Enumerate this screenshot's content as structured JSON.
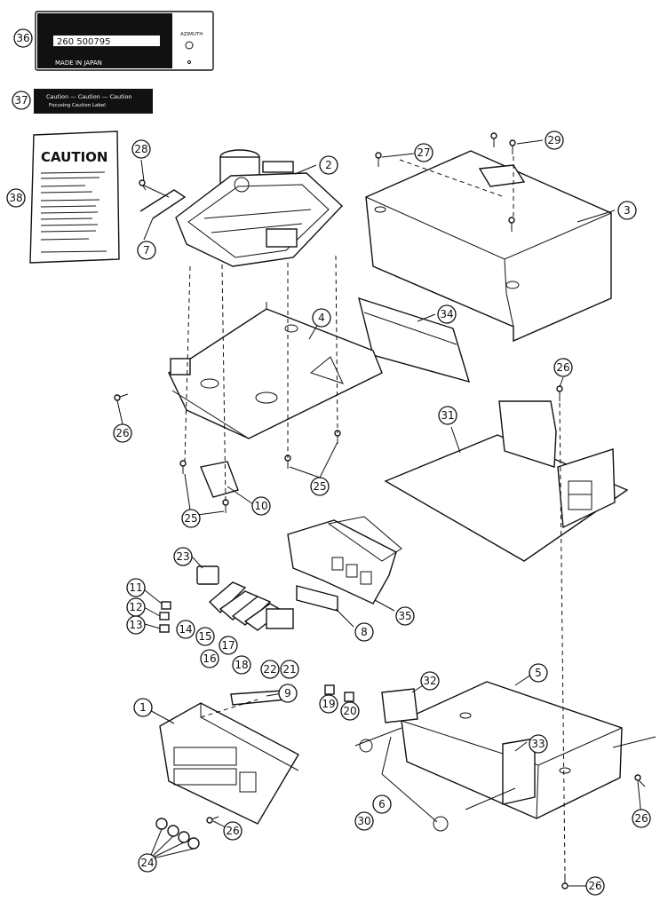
{
  "callouts": [
    {
      "id": "1",
      "label": "1"
    },
    {
      "id": "2",
      "label": "2"
    },
    {
      "id": "3",
      "label": "3"
    },
    {
      "id": "4",
      "label": "4"
    },
    {
      "id": "5",
      "label": "5"
    },
    {
      "id": "6",
      "label": "6"
    },
    {
      "id": "7",
      "label": "7"
    },
    {
      "id": "8",
      "label": "8"
    },
    {
      "id": "9",
      "label": "9"
    },
    {
      "id": "10",
      "label": "10"
    },
    {
      "id": "11",
      "label": "11"
    },
    {
      "id": "12",
      "label": "12"
    },
    {
      "id": "13",
      "label": "13"
    },
    {
      "id": "14",
      "label": "14"
    },
    {
      "id": "15",
      "label": "15"
    },
    {
      "id": "16",
      "label": "16"
    },
    {
      "id": "17",
      "label": "17"
    },
    {
      "id": "18",
      "label": "18"
    },
    {
      "id": "19",
      "label": "19"
    },
    {
      "id": "20",
      "label": "20"
    },
    {
      "id": "21",
      "label": "21"
    },
    {
      "id": "22",
      "label": "22"
    },
    {
      "id": "23",
      "label": "23"
    },
    {
      "id": "24",
      "label": "24"
    },
    {
      "id": "25a",
      "label": "25"
    },
    {
      "id": "25b",
      "label": "25"
    },
    {
      "id": "26a",
      "label": "26"
    },
    {
      "id": "26b",
      "label": "26"
    },
    {
      "id": "26c",
      "label": "26"
    },
    {
      "id": "26d",
      "label": "26"
    },
    {
      "id": "26e",
      "label": "26"
    },
    {
      "id": "27",
      "label": "27"
    },
    {
      "id": "28",
      "label": "28"
    },
    {
      "id": "29",
      "label": "29"
    },
    {
      "id": "30",
      "label": "30"
    },
    {
      "id": "31",
      "label": "31"
    },
    {
      "id": "32",
      "label": "32"
    },
    {
      "id": "33",
      "label": "33"
    },
    {
      "id": "34",
      "label": "34"
    },
    {
      "id": "35",
      "label": "35"
    },
    {
      "id": "36",
      "label": "36"
    },
    {
      "id": "37",
      "label": "37"
    },
    {
      "id": "38",
      "label": "38"
    }
  ],
  "serial_label": {
    "serial_number": "260 500795",
    "origin": "MADE IN JAPAN",
    "side_text": "AZIMUTH"
  },
  "caution_strip": {
    "line1": "Caution — Caution — Caution",
    "line2": "Focusing Caution Label"
  },
  "caution_card": {
    "title": "CAUTION"
  }
}
